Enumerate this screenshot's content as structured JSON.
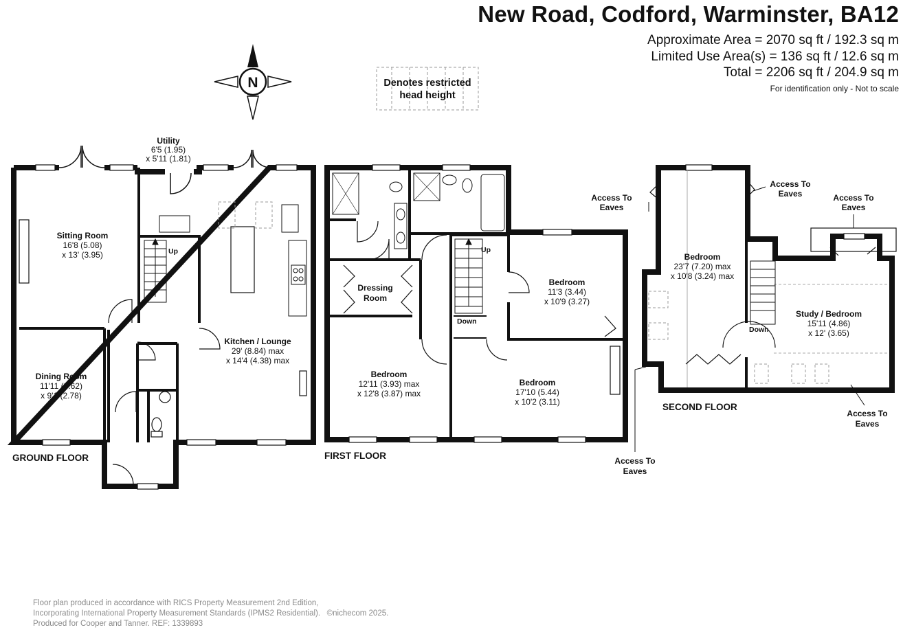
{
  "header": {
    "title": "New Road, Codford, Warminster, BA12",
    "approx_area": "Approximate Area = 2070 sq ft / 192.3 sq m",
    "limited_use": "Limited Use Area(s) = 136 sq ft / 12.6 sq m",
    "total": "Total = 2206 sq ft / 204.9 sq m",
    "disclaimer": "For identification only - Not to scale"
  },
  "compass": {
    "letter": "N"
  },
  "legend": {
    "line1": "Denotes restricted",
    "line2": "head height"
  },
  "floors": {
    "ground": "GROUND FLOOR",
    "first": "FIRST FLOOR",
    "second": "SECOND FLOOR"
  },
  "rooms": {
    "utility": {
      "name": "Utility",
      "d1": "6'5 (1.95)",
      "d2": "x 5'11 (1.81)"
    },
    "sitting": {
      "name": "Sitting Room",
      "d1": "16'8 (5.08)",
      "d2": "x 13' (3.95)"
    },
    "dining": {
      "name": "Dining Room",
      "d1": "11'11 (3.62)",
      "d2": "x 9'1 (2.78)"
    },
    "kitchen": {
      "name": "Kitchen / Lounge",
      "d1": "29' (8.84) max",
      "d2": "x 14'4 (4.38) max"
    },
    "dressing": {
      "l1": "Dressing",
      "l2": "Room"
    },
    "bed1": {
      "name": "Bedroom",
      "d1": "12'11 (3.93) max",
      "d2": "x 12'8 (3.87) max"
    },
    "bed2": {
      "name": "Bedroom",
      "d1": "11'3 (3.44)",
      "d2": "x 10'9 (3.27)"
    },
    "bed3": {
      "name": "Bedroom",
      "d1": "17'10 (5.44)",
      "d2": "x 10'2 (3.11)"
    },
    "bed4": {
      "name": "Bedroom",
      "d1": "23'7 (7.20) max",
      "d2": "x 10'8 (3.24) max"
    },
    "study": {
      "name": "Study / Bedroom",
      "d1": "15'11 (4.86)",
      "d2": "x 12' (3.65)"
    }
  },
  "stairs": {
    "up": "Up",
    "down": "Down"
  },
  "eaves": {
    "l1": "Access To",
    "l2": "Eaves"
  },
  "footer": {
    "line1": "Floor plan produced in accordance with RICS Property Measurement 2nd Edition,",
    "line2": "Incorporating International Property Measurement Standards (IPMS2 Residential).",
    "copyright": "©nichecom 2025.",
    "line3": "Produced for Cooper and Tanner.   REF:  1339893"
  }
}
